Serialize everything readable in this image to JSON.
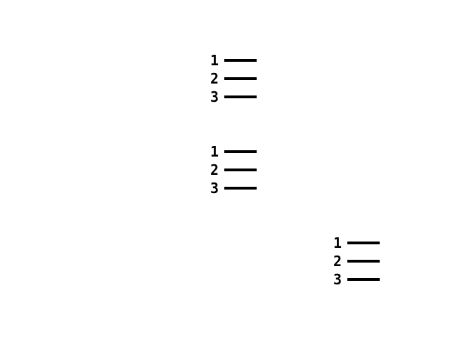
{
  "icons": [
    {
      "name": "numbered-list-icon",
      "numbers": [
        "1",
        "2",
        "3"
      ]
    },
    {
      "name": "numbered-list-icon",
      "numbers": [
        "1",
        "2",
        "3"
      ]
    },
    {
      "name": "numbered-list-icon",
      "numbers": [
        "1",
        "2",
        "3"
      ]
    }
  ],
  "colors": {
    "background": "#ffffff",
    "icon": "#000000"
  }
}
